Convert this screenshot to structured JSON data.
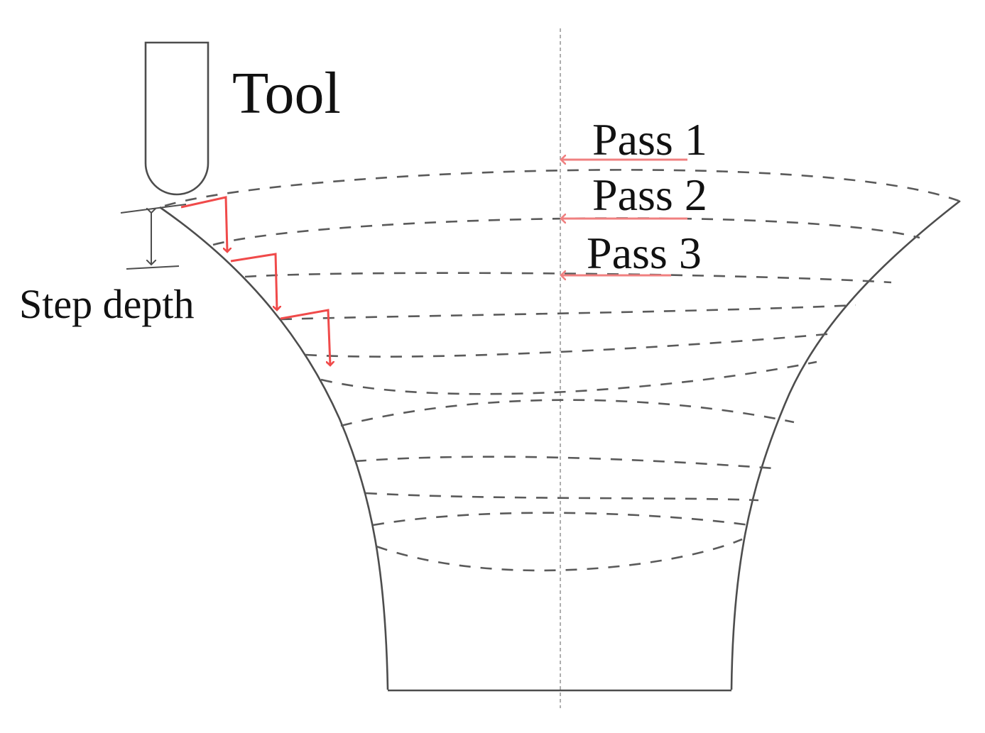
{
  "labels": {
    "tool": "Tool",
    "pass1": "Pass 1",
    "pass2": "Pass 2",
    "pass3": "Pass 3",
    "step_depth": "Step depth"
  },
  "colors": {
    "outline": "#4d4d4d",
    "dashed_path": "#5a5a5a",
    "axis": "#9a9a9a",
    "step_arrows": "#f04a4a",
    "pass_arrows": "#f08080",
    "text": "#111111"
  }
}
